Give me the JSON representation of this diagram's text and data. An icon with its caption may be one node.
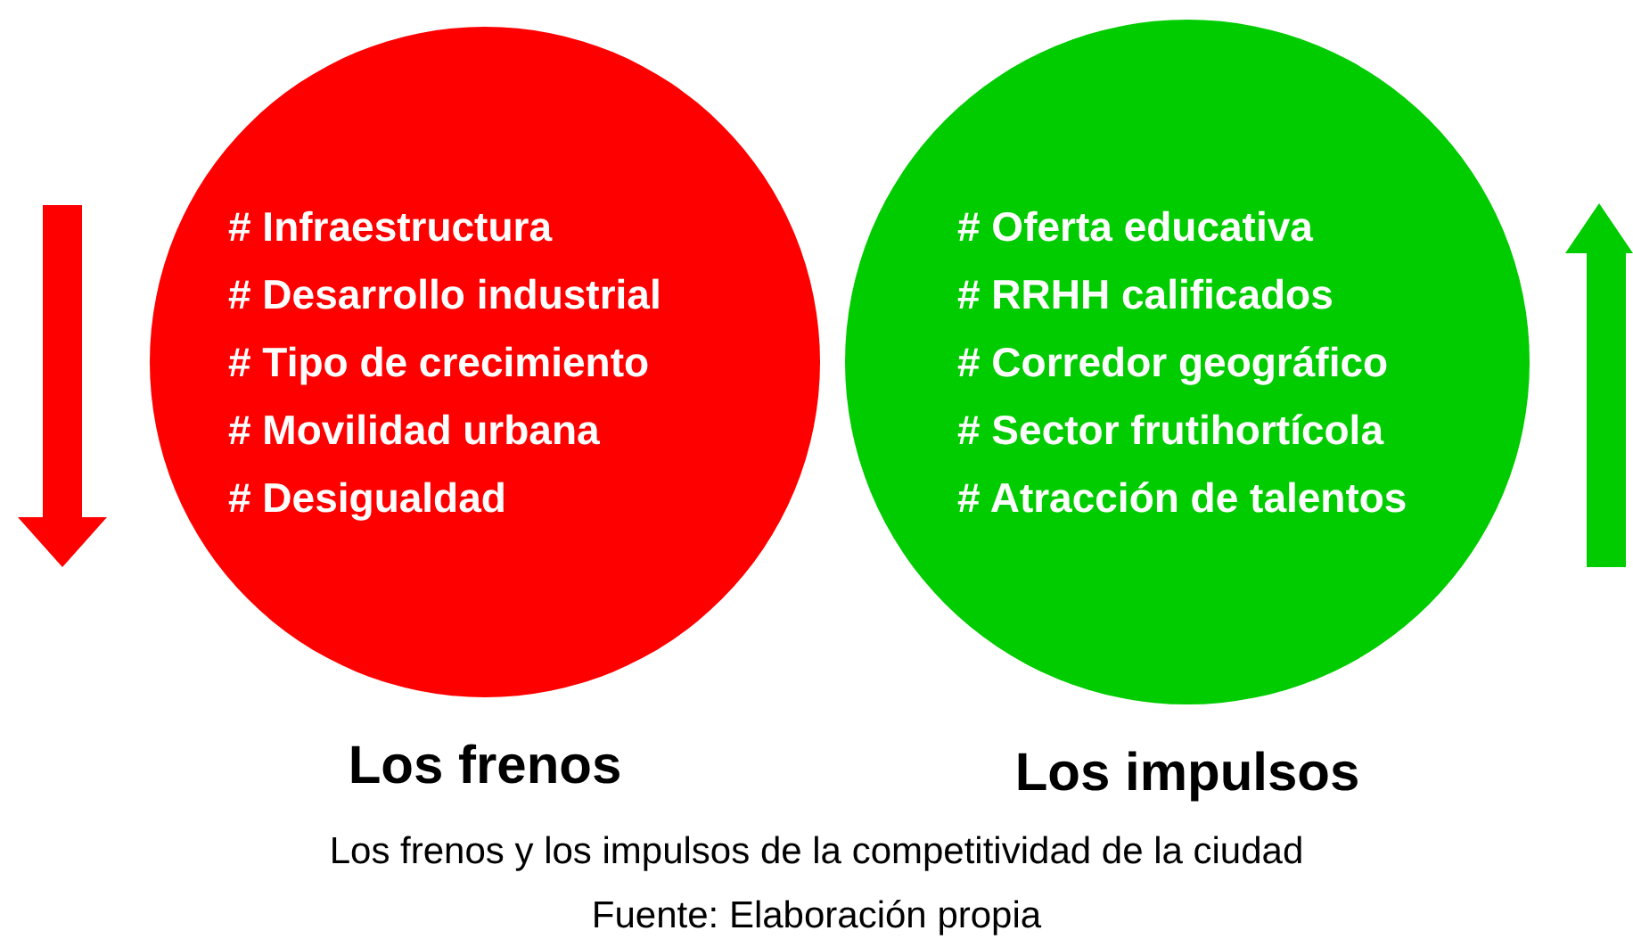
{
  "diagram": {
    "caption": "Los frenos y los impulsos de la competitividad de la ciudad",
    "nodes": [
      {
        "text": [
          "# Infraestructura",
          "# Desarrollo industrial",
          "# Tipo de crecimiento",
          "# Movilidad urbana",
          "# Desigualdad",
          "Los frenos"
        ]
      },
      {
        "text": [
          "# Oferta educativa",
          "# RRHH calificados",
          "# Corredor geográfico",
          "# Sector frutihortícola",
          "# Atracción de talentos",
          "Los impulsos"
        ]
      }
    ],
    "labels": [
      "Fuente: Elaboración propia"
    ]
  }
}
